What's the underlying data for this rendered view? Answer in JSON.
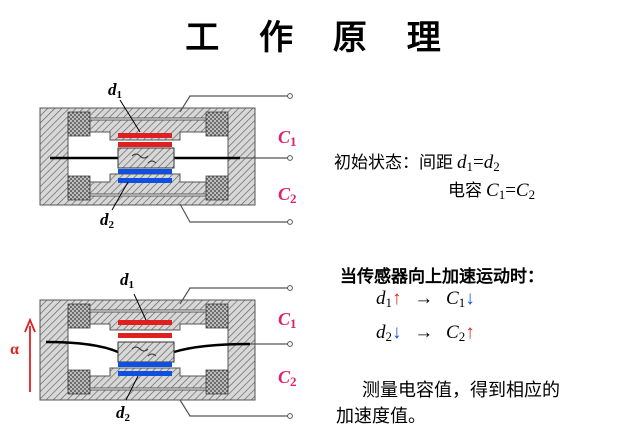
{
  "title": "工 作 原 理",
  "diagram_top": {
    "label_d1": "d",
    "label_d1_sub": "1",
    "label_d2": "d",
    "label_d2_sub": "2",
    "label_c1": "C",
    "label_c1_sub": "1",
    "label_c2": "C",
    "label_c2_sub": "2"
  },
  "diagram_bottom": {
    "label_d1": "d",
    "label_d1_sub": "1",
    "label_d2": "d",
    "label_d2_sub": "2",
    "label_c1": "C",
    "label_c1_sub": "1",
    "label_c2": "C",
    "label_c2_sub": "2",
    "accel_label": "α"
  },
  "initial_state": {
    "prefix": "初始状态：间距",
    "eq1_left": "d",
    "eq1_left_sub": "1",
    "eq_sign": "=",
    "eq1_right": "d",
    "eq1_right_sub": "2",
    "line2_prefix": "电容",
    "eq2_left": "C",
    "eq2_left_sub": "1",
    "eq2_right": "C",
    "eq2_right_sub": "2"
  },
  "accel_state": {
    "heading": "当传感器向上加速运动时：",
    "row1_var": "d",
    "row1_sub": "1",
    "row1_dir": "↑",
    "arrow": "→",
    "row1_res": "C",
    "row1_res_sub": "1",
    "row1_res_dir": "↓",
    "row2_var": "d",
    "row2_sub": "2",
    "row2_dir": "↓",
    "row2_res": "C",
    "row2_res_sub": "2",
    "row2_res_dir": "↑"
  },
  "conclusion": {
    "line1": "测量电容值，得到相应的",
    "line2": "加速度值。"
  },
  "colors": {
    "upper_plate": "#e02020",
    "lower_plate": "#1050e0",
    "capacitance_label": "#e0206a",
    "hatch": "#808080"
  }
}
